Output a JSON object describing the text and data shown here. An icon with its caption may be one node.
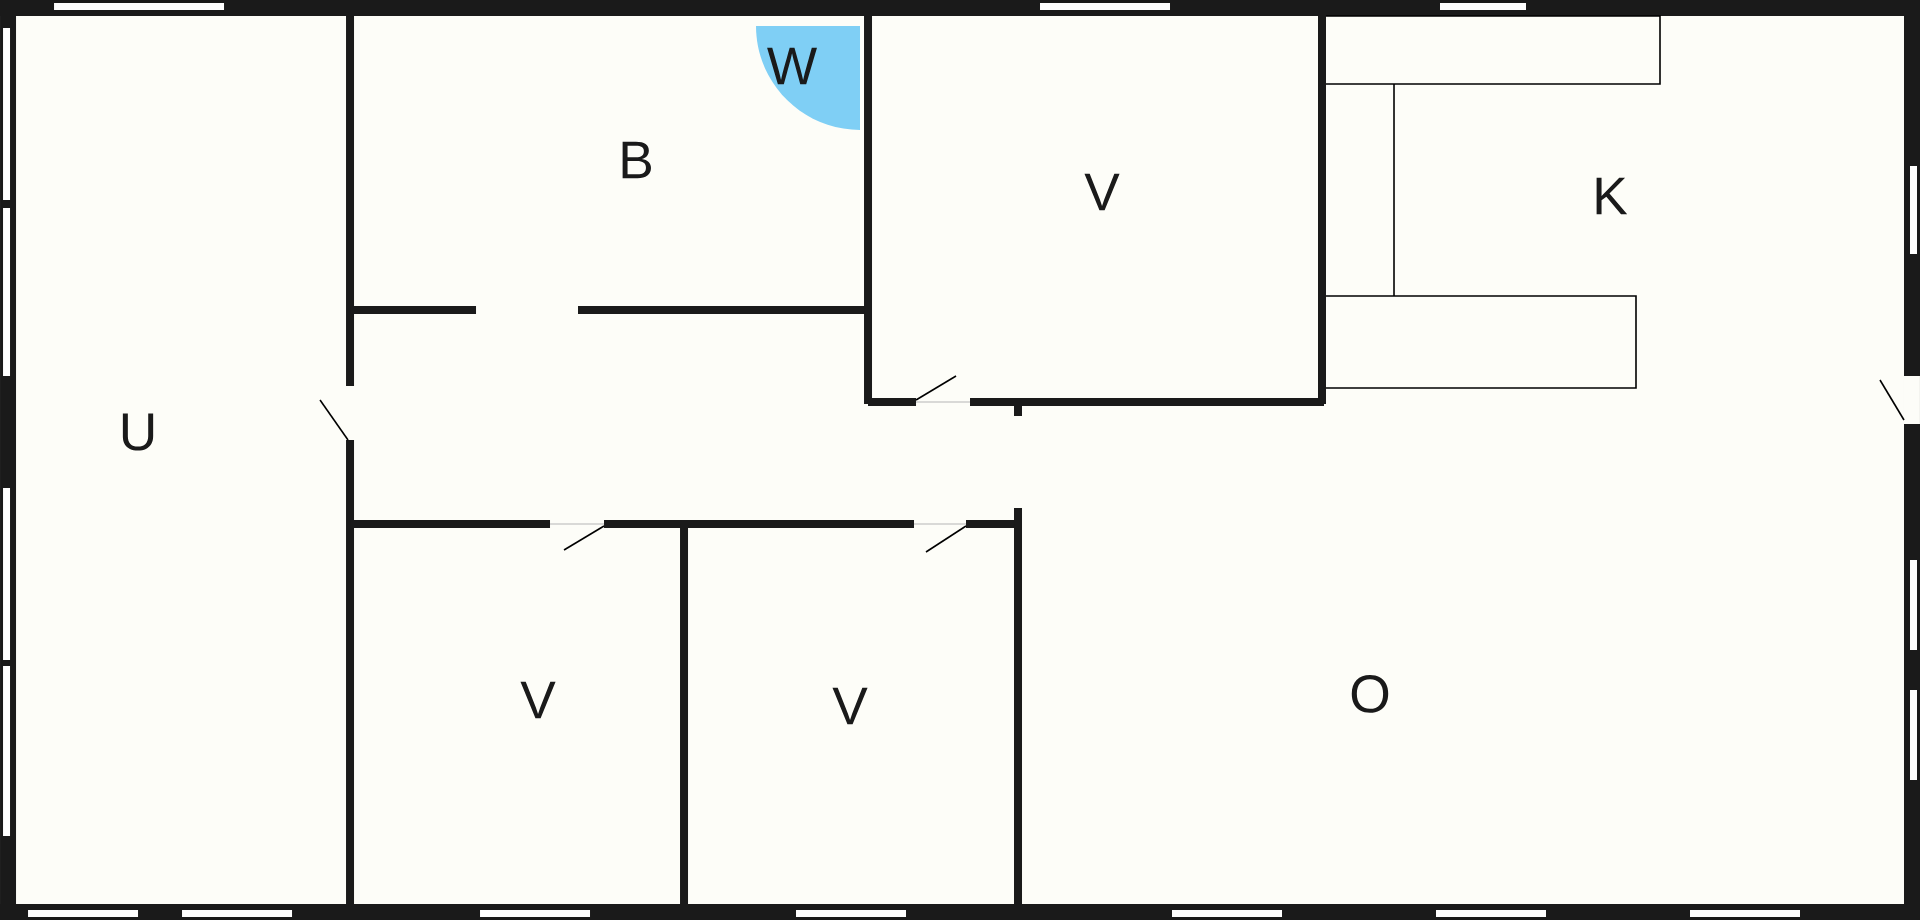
{
  "diagram": {
    "nodes": [
      {
        "text": [
          "W"
        ]
      }
    ],
    "labels": [
      "B",
      "V",
      "K",
      "U",
      "V",
      "V",
      "O"
    ]
  }
}
